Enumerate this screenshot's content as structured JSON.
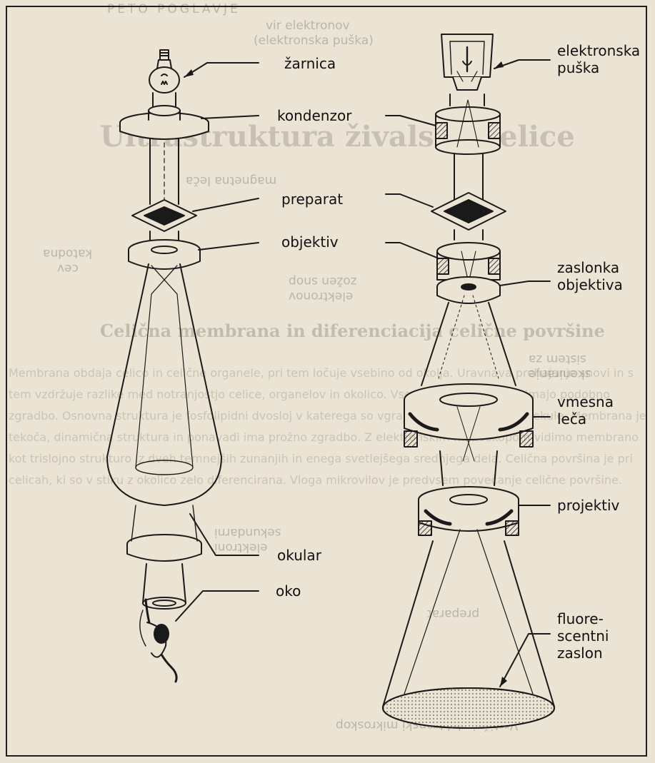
{
  "labels_left": {
    "zarnica": "žarnica",
    "kondenzor": "kondenzor",
    "preparat": "preparat",
    "objektiv": "objektiv",
    "okular": "okular",
    "oko": "oko"
  },
  "labels_right": {
    "elektronska_puska": [
      "elektronska",
      "puška"
    ],
    "zaslonka_objektiva": [
      "zaslonka",
      "objektiva"
    ],
    "vmesna_leca": [
      "vmesna",
      "leča"
    ],
    "projektiv": "projektiv",
    "fluorescentni_zaslon": [
      "fluore-",
      "scentni",
      "zaslon"
    ]
  },
  "background_showthrough": {
    "header": "PETO POGLAVJE",
    "source_label": [
      "vir elektronov",
      "(elektronska puška)"
    ],
    "title": "Ultrastruktura živalske celice",
    "magnetna_leca": "magnetna leča",
    "katodna_cev": [
      "katodna",
      "cev"
    ],
    "zoren_snop": [
      "zožen snop",
      "elektronov"
    ],
    "section_title": "Celična membrana in diferenciacija celične površine",
    "sistem_za_skeniranje": [
      "sistem za",
      "skeniranje"
    ],
    "sekundarni_elektroni": [
      "sekundarni",
      "elektroni"
    ],
    "preparat_ghost": "preparat",
    "bottom_caption": "Vrstični elektronski mikroskop",
    "paragraph": "Membrana obdaja celico in celične organele, pri tem ločuje vsebino od okolja. Uravnava prehajanje snovi in s tem vzdržuje razlike med notranjostjo celice, organelov in okolico. Vse celične membrane imajo podobno zgradbo. Osnovna struktura je fosfolipidni dvosloj v katerega so vgrajene beljakovinske molekule. Membrana je tekoča, dinamična struktura in ponavadi ima prožno zgradbo. Z elektronskim mikroskopom vidimo membrano kot trislojno strukturo iz dveh temnejših zunanjih in enega svetlejšega srednjega dela. Celična površina je pri celicah, ki so v stiku z okolico zelo diferencirana. Vloga mikrovilov je predvsem povečanje celične površine."
  }
}
